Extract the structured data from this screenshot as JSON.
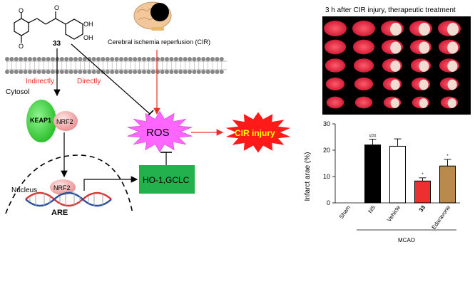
{
  "left_diagram": {
    "compound_label": "33",
    "oh_label_1": "OH",
    "oh_label_2": "OH",
    "o_label_1": "O",
    "o_label_2": "O",
    "carbonyl_o": "O",
    "cir_label": "Cerebral ischemia reperfusion (CIR)",
    "indirectly_label": "Indirectly",
    "directly_label": "Directly",
    "cytosol_label": "Cytosol",
    "keap1_label": "KEAP1",
    "nrf2_label": "NRF2",
    "nucleus_label": "Nucleus",
    "nrf2_nucleus_label": "NRF2",
    "are_label": "ARE",
    "ros_label": "ROS",
    "ho1_label": "HO-1,GCLC",
    "cir_injury_label": "CIR injury",
    "colors": {
      "red_arrow": "#e8302a",
      "ros_star": "#ff66ff",
      "ho1_box": "#22b14c",
      "keap1": "#3fd13f",
      "nrf2": "#f4b6b6",
      "cir_star": "#ff1a1a",
      "cir_text": "#ffff00"
    }
  },
  "right_panel": {
    "photo_title": "3 h after CIR injury, therapeutic treatment",
    "photo_grid": {
      "rows": 5,
      "cols": 5
    }
  },
  "chart_data": {
    "type": "bar",
    "categories": [
      "Sham",
      "NS",
      "Vehicle",
      "33",
      "Edaravone"
    ],
    "values": [
      0,
      22,
      21.5,
      8.3,
      14
    ],
    "errors": [
      0,
      2.2,
      2.8,
      1.2,
      2.5
    ],
    "annotations": [
      "",
      "###",
      "",
      "*",
      "*"
    ],
    "colors": [
      "#000000",
      "#000000",
      "#ffffff",
      "#ee2f2f",
      "#b88a4e"
    ],
    "ylabel": "Infarct arae (%)",
    "yticks": [
      "0",
      "10",
      "20",
      "30"
    ],
    "ylim": [
      0,
      30
    ],
    "group_label": "MCAO"
  }
}
